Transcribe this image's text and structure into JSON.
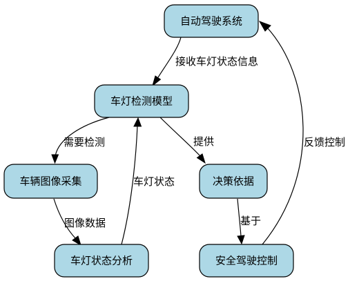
{
  "colors": {
    "node_fill": "#add8e6",
    "node_stroke": "#000000",
    "edge": "#000000",
    "text": "#000000",
    "background": "#ffffff"
  },
  "nodes": [
    {
      "id": "autodrive",
      "label": "自动驾驶系统"
    },
    {
      "id": "lightmodel",
      "label": "车灯检测模型"
    },
    {
      "id": "capture",
      "label": "车辆图像采集"
    },
    {
      "id": "decision",
      "label": "决策依据"
    },
    {
      "id": "analysis",
      "label": "车灯状态分析"
    },
    {
      "id": "safedrive",
      "label": "安全驾驶控制"
    }
  ],
  "edges": [
    {
      "from": "autodrive",
      "to": "lightmodel",
      "label": "接收车灯状态信息"
    },
    {
      "from": "lightmodel",
      "to": "capture",
      "label": "需要检测"
    },
    {
      "from": "lightmodel",
      "to": "decision",
      "label": "提供"
    },
    {
      "from": "capture",
      "to": "analysis",
      "label": "图像数据"
    },
    {
      "from": "analysis",
      "to": "lightmodel",
      "label": "车灯状态"
    },
    {
      "from": "decision",
      "to": "safedrive",
      "label": "基于"
    },
    {
      "from": "safedrive",
      "to": "autodrive",
      "label": "反馈控制"
    }
  ]
}
